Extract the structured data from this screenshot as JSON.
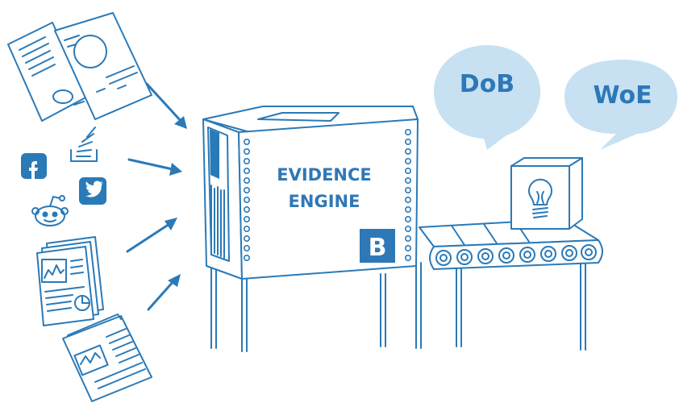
{
  "machine": {
    "label_line1": "EVIDENCE",
    "label_line2": "ENGINE",
    "logo_letter": "B"
  },
  "bubbles": [
    {
      "text": "DoB"
    },
    {
      "text": "WoE"
    }
  ],
  "sources": [
    {
      "icon": "documents-icon"
    },
    {
      "icon": "social-media-icon"
    },
    {
      "icon": "reports-icon"
    },
    {
      "icon": "newspaper-icon"
    }
  ],
  "colors": {
    "stroke": "#2a7ab8",
    "accent": "#2f78b7",
    "bubble": "#c7e1f3",
    "bubble_text": "#2f78b7"
  }
}
